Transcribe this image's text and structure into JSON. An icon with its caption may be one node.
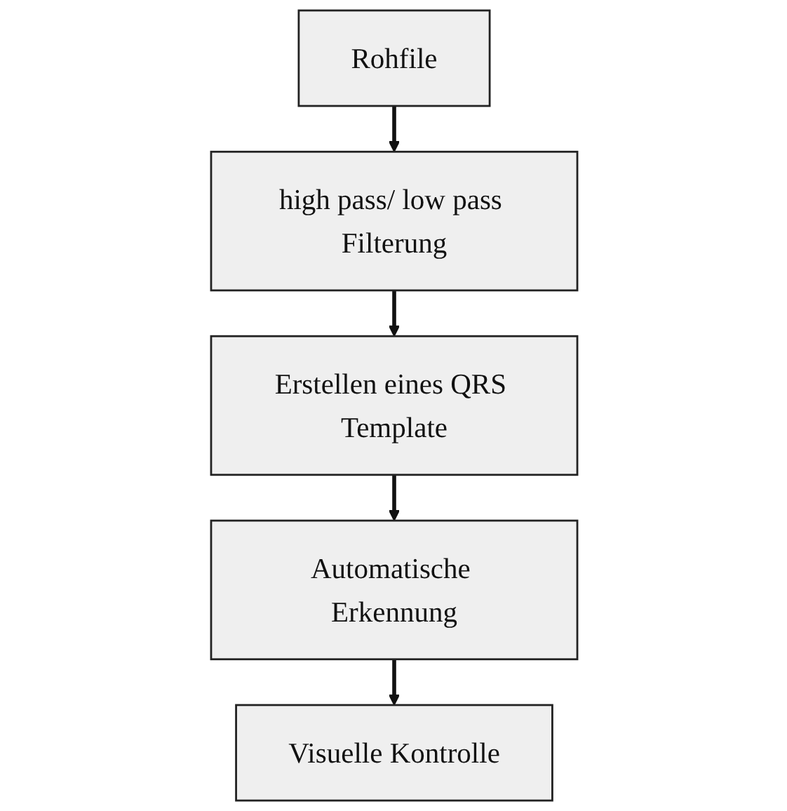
{
  "diagram": {
    "nodes": [
      {
        "text": [
          "Rohfile"
        ]
      },
      {
        "text": [
          "high pass/ low pass Filterung"
        ]
      },
      {
        "text": [
          "Erstellen eines QRS Template"
        ]
      },
      {
        "text": [
          "Automatische Erkennung"
        ]
      },
      {
        "text": [
          "Visuelle Kontrolle"
        ]
      }
    ],
    "edges": [
      {
        "from": 0,
        "to": 1,
        "arrow": "to"
      },
      {
        "from": 1,
        "to": 2,
        "arrow": "to"
      },
      {
        "from": 2,
        "to": 3,
        "arrow": "to"
      },
      {
        "from": 3,
        "to": 4,
        "arrow": "to"
      }
    ]
  }
}
